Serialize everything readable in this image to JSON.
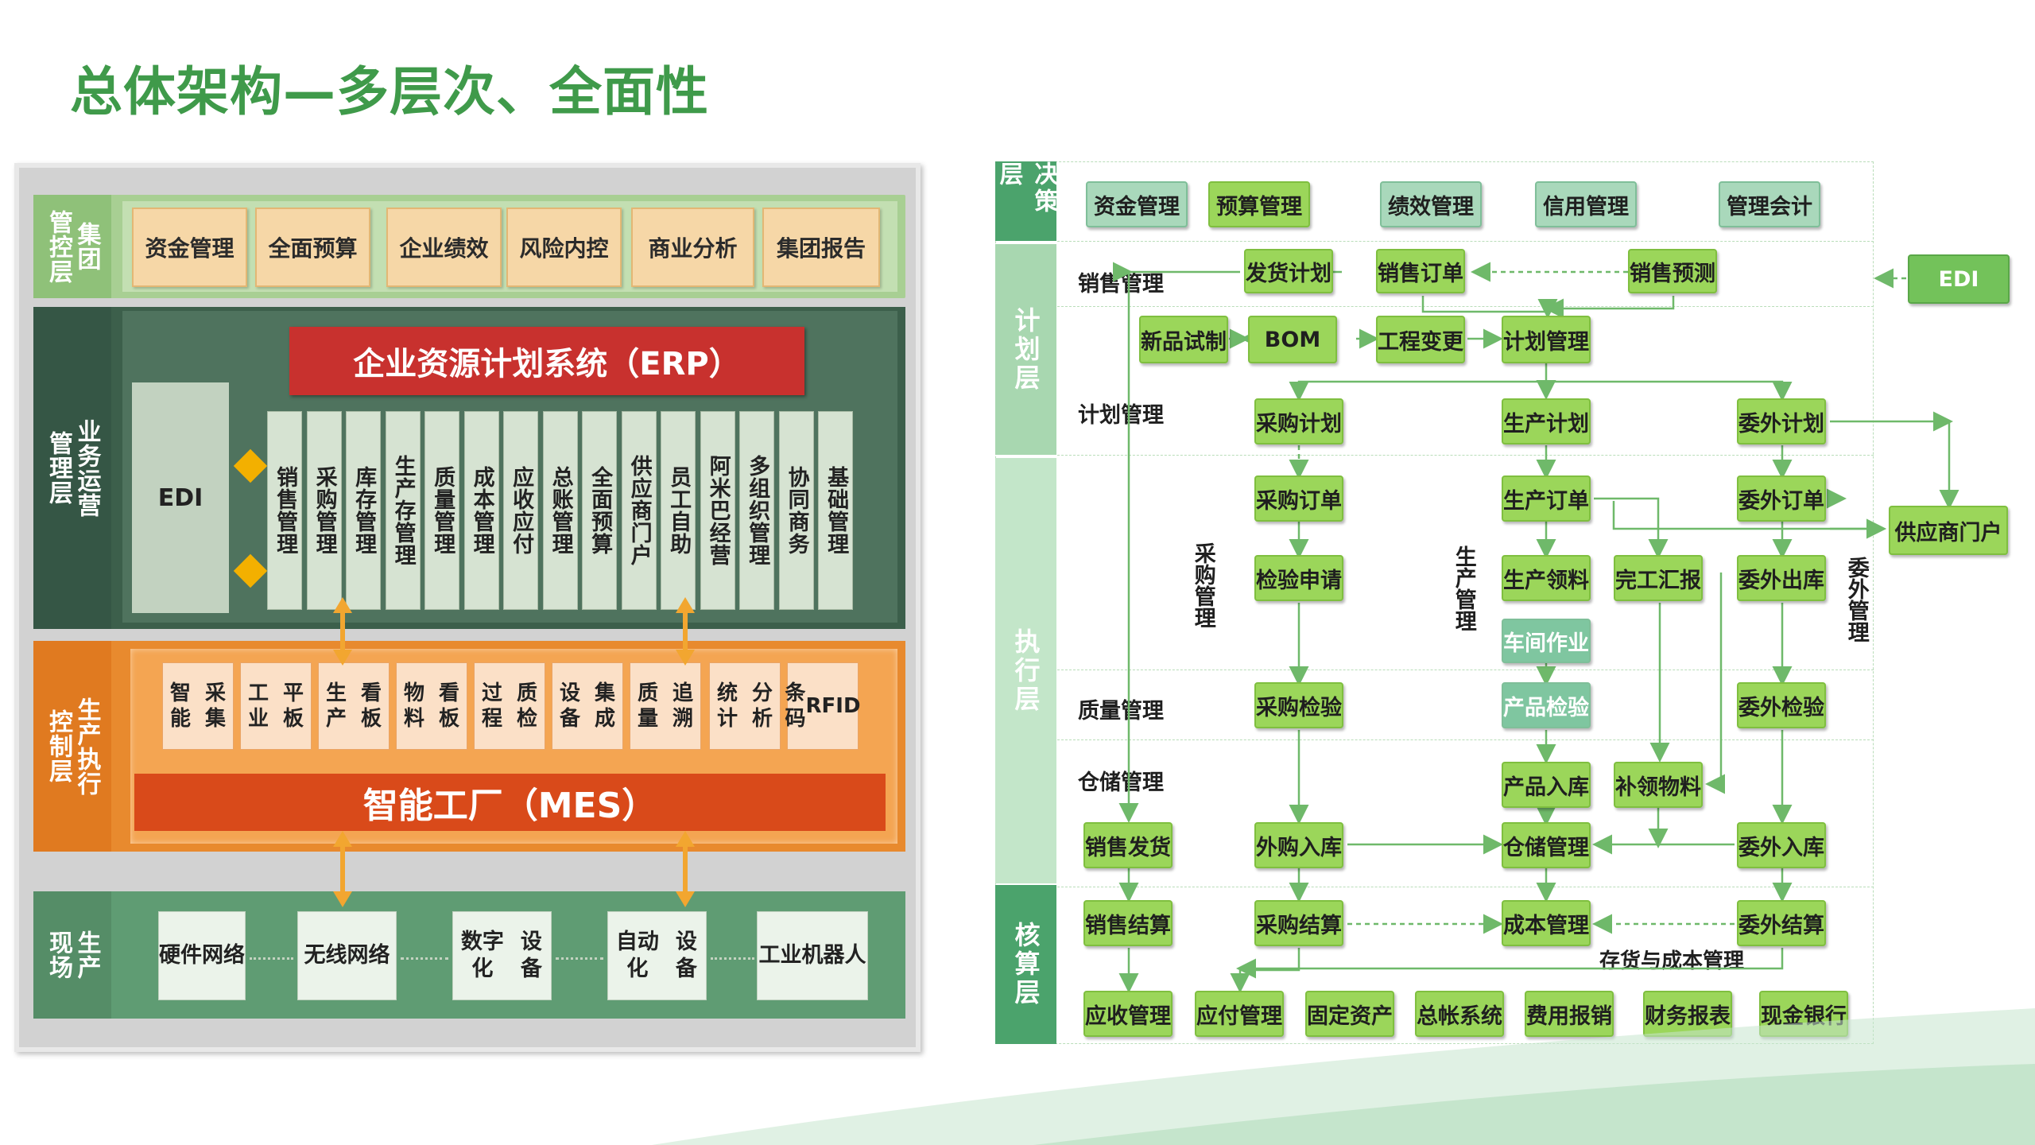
{
  "title": "总体架构—多层次、全面性",
  "left": {
    "group": {
      "label_a": "集团",
      "label_b": "管控层",
      "items": [
        "资金管理",
        "全面预算",
        "企业绩效",
        "风险内控",
        "商业分析",
        "集团报告"
      ]
    },
    "erp": {
      "label_a": "业务运营",
      "label_b": "管理层",
      "system": "企业资源计划系统（ERP）",
      "edi": "EDI",
      "modules": [
        "销售管理",
        "采购管理",
        "库存管理",
        "生产存管理",
        "质量管理",
        "成本管理",
        "应收应付",
        "总账管理",
        "全面预算",
        "供应商门户",
        "员工自助",
        "阿米巴经营",
        "多组织管理",
        "协同商务",
        "基础管理"
      ]
    },
    "mes": {
      "label_a": "生产执行",
      "label_b": "控制层",
      "system": "智能工厂（MES）",
      "items": [
        "智能采集",
        "工业平板",
        "生产看板",
        "物料看板",
        "过程质检",
        "设备集成",
        "质量追溯",
        "统计分析",
        "条码RFID"
      ]
    },
    "field": {
      "label_a": "生产",
      "label_b": "现场",
      "items": [
        "硬件网络",
        "无线网络",
        "数字化设备",
        "自动化设备",
        "工业机器人"
      ]
    }
  },
  "right": {
    "layers": {
      "decision": "决策层",
      "plan": "计划层",
      "exec": "执行层",
      "account": "核算层"
    },
    "decision_items": [
      "资金管理",
      "预算管理",
      "绩效管理",
      "信用管理",
      "管理会计"
    ],
    "sections": {
      "sales": "销售管理",
      "plan": "计划管理",
      "quality": "质量管理",
      "warehouse": "仓储管理",
      "purchase_v": "采购管理",
      "production_v": "生产管理",
      "outsource_v": "委外管理",
      "inventory_cost": "存货与成本管理"
    },
    "nodes": {
      "fahuo": "发货计划",
      "xsdd": "销售订单",
      "xsyc": "销售预测",
      "edi": "EDI",
      "xpsz": "新品试制",
      "bom": "BOM",
      "gcbg": "工程变更",
      "jhgl": "计划管理",
      "cgjh": "采购计划",
      "scjh": "生产计划",
      "wwjh": "委外计划",
      "cgdd": "采购订单",
      "scdd": "生产订单",
      "wwdd": "委外订单",
      "gysmh": "供应商门户",
      "jysq": "检验申请",
      "scll": "生产领料",
      "wghb": "完工汇报",
      "wwck": "委外出库",
      "cjzy": "车间作业",
      "cgjy": "采购检验",
      "cpjy": "产品检验",
      "wwjy": "委外检验",
      "cprk": "产品入库",
      "blwl": "补领物料",
      "xsfh": "销售发货",
      "wgrk": "外购入库",
      "ccgl": "仓储管理",
      "wwrk": "委外入库",
      "xsjs": "销售结算",
      "cgjs": "采购结算",
      "cbgl": "成本管理",
      "wwjs": "委外结算",
      "ysgl": "应收管理",
      "yfgl": "应付管理",
      "gdzc": "固定资产",
      "zzxt": "总帐系统",
      "fybx": "费用报销",
      "cwbb": "财务报表",
      "xjyh": "现金银行"
    }
  },
  "colors": {
    "title_green": "#3f9a4a",
    "group_band": "#a8cf93",
    "erp_band": "#3c5f4b",
    "mes_band": "#e88a2e",
    "field_band": "#5f9c73",
    "erp_red": "#c8312e",
    "box_green": "#9bd65a",
    "layer_green": "#4ba36c",
    "layer_light": "#a8d7b0"
  }
}
